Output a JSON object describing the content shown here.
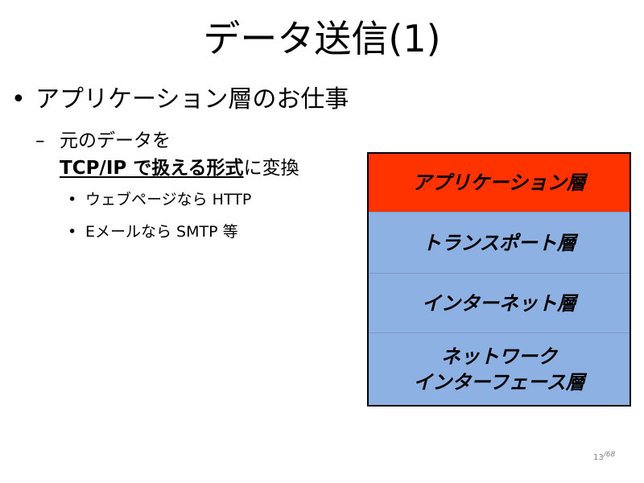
{
  "slide": {
    "title": "データ送信(1)",
    "bullet_level1": "アプリケーション層のお仕事",
    "bullet_level2": {
      "line1": "元のデータを",
      "line2_emphasis": "TCP/IP で扱える形式",
      "line2_rest": "に変換"
    },
    "bullet_level3": [
      "ウェブページなら HTTP",
      "Eメールなら  SMTP 等"
    ],
    "bullet_glyphs": {
      "level1": "•",
      "level2": "–",
      "level3": "•"
    }
  },
  "layer_diagram": {
    "layers": [
      {
        "label": "アプリケーション層",
        "color": "#ff3300"
      },
      {
        "label": "トランスポート層",
        "color": "#8db1e2"
      },
      {
        "label": "インターネット層",
        "color": "#8db1e2"
      },
      {
        "label_line1": "ネットワーク",
        "label_line2": "インターフェース層",
        "color": "#8db1e2"
      }
    ]
  },
  "page_number": {
    "current": "13",
    "total": "68"
  }
}
